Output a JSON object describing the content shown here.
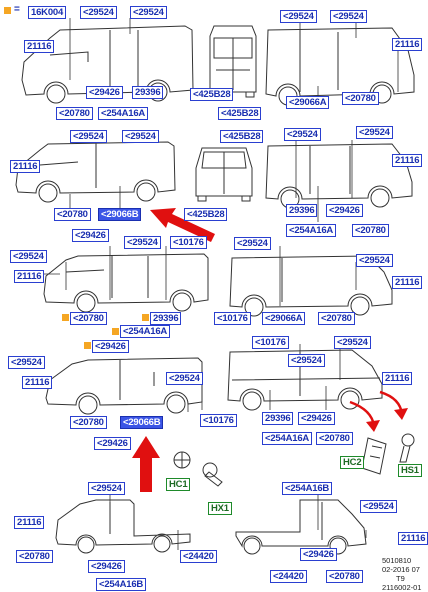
{
  "header": {
    "legend_code": "16K004",
    "legend_symbol": "="
  },
  "colors": {
    "label_blue": "#1a2fb0",
    "selected_fill": "#3b55e6",
    "arrow_red": "#e01010",
    "marker_orange": "#f5a623",
    "green": "#1e8a2a"
  },
  "labels": {
    "l01": "<29524",
    "l02": "<29524",
    "l03": "21116",
    "l04": "<29426",
    "l05": "29396",
    "l06": "<20780",
    "l07": "<254A16A",
    "l08": "<425B28",
    "l09": "<425B28",
    "l10": "<29524",
    "l11": "<29524",
    "l12": "21116",
    "l13": "<29066A",
    "l14": "<20780",
    "l15": "<29524",
    "l16": "<29524",
    "l17": "21116",
    "l18": "<20780",
    "l19": "<29066B",
    "l20": "<29426",
    "l21": "<425B28",
    "l22": "<425B28",
    "l23": "<29524",
    "l24": "<29524",
    "l25": "21116",
    "l26": "29396",
    "l27": "<29426",
    "l28": "<254A16A",
    "l29": "<20780",
    "l30": "<29524",
    "l31": "<10176",
    "l32": "<29524",
    "l33": "21116",
    "l34": "<20780",
    "l35": "29396",
    "l36": "<254A16A",
    "l37": "<29426",
    "l38": "<29524",
    "l39": "<29524",
    "l40": "21116",
    "l41": "<10176",
    "l42": "<29066A",
    "l43": "<20780",
    "l44": "<29524",
    "l45": "21116",
    "l46": "<29524",
    "l47": "<20780",
    "l48": "<29066B",
    "l49": "<10176",
    "l50": "<29426",
    "l51": "<10176",
    "l52": "<29524",
    "l53": "<29524",
    "l54": "21116",
    "l55": "29396",
    "l56": "<29426",
    "l57": "<254A16A",
    "l58": "<20780",
    "l59": "HC1",
    "l60": "HX1",
    "l61": "HC2",
    "l62": "HS1",
    "l63": "<29524",
    "l64": "21116",
    "l65": "<20780",
    "l66": "<29426",
    "l67": "<24420",
    "l68": "<254A16B",
    "l69": "<254A16B",
    "l70": "<29524",
    "l71": "21116",
    "l72": "<29426",
    "l73": "<24420",
    "l74": "<20780"
  },
  "footer": {
    "code": "5010810",
    "date": "02-2016 07",
    "sheet": "T9",
    "ref": "2116002-01"
  }
}
